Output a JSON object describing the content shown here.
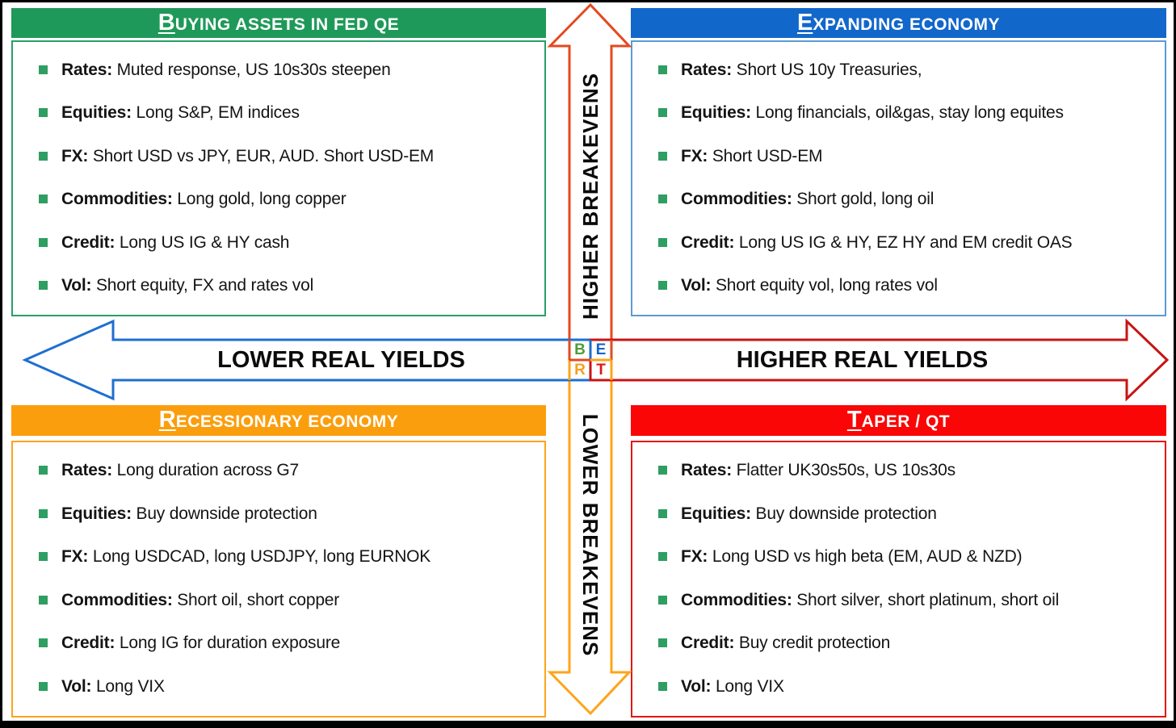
{
  "quadrants": [
    {
      "id": "buying-assets-fed-qe",
      "title_initial": "B",
      "title_rest": "UYING ASSETS IN FED QE",
      "color": "#1F9959",
      "items": [
        {
          "label": "Rates:",
          "text": "Muted response, US 10s30s steepen"
        },
        {
          "label": "Equities:",
          "text": "Long S&P, EM indices"
        },
        {
          "label": "FX:",
          "text": "Short USD vs JPY, EUR, AUD. Short USD-EM"
        },
        {
          "label": "Commodities:",
          "text": "Long gold, long copper"
        },
        {
          "label": "Credit:",
          "text": "Long US IG & HY cash"
        },
        {
          "label": "Vol:",
          "text": "Short equity, FX and rates vol"
        }
      ]
    },
    {
      "id": "expanding-economy",
      "title_initial": "E",
      "title_rest": "XPANDING ECONOMY",
      "color": "#1267CA",
      "items": [
        {
          "label": "Rates:",
          "text": "Short US 10y Treasuries,"
        },
        {
          "label": "Equities:",
          "text": "Long financials, oil&gas, stay long equites"
        },
        {
          "label": "FX:",
          "text": "Short USD-EM"
        },
        {
          "label": "Commodities:",
          "text": "Short gold, long oil"
        },
        {
          "label": "Credit:",
          "text": "Long US IG & HY, EZ HY and EM credit OAS"
        },
        {
          "label": "Vol:",
          "text": "Short equity vol, long rates vol"
        }
      ]
    },
    {
      "id": "recessionary-economy",
      "title_initial": "R",
      "title_rest": "ECESSIONARY ECONOMY",
      "color": "#FB9E0D",
      "items": [
        {
          "label": "Rates:",
          "text": "Long duration across G7"
        },
        {
          "label": "Equities:",
          "text": "Buy downside protection"
        },
        {
          "label": "FX:",
          "text": "Long USDCAD, long USDJPY, long EURNOK"
        },
        {
          "label": "Commodities:",
          "text": "Short oil, short copper"
        },
        {
          "label": "Credit:",
          "text": "Long IG for duration exposure"
        },
        {
          "label": "Vol:",
          "text": "Long VIX"
        }
      ]
    },
    {
      "id": "taper-qt",
      "title_initial": "T",
      "title_rest": "APER / QT",
      "color": "#FA0606",
      "items": [
        {
          "label": "Rates:",
          "text": "Flatter UK30s50s, US 10s30s"
        },
        {
          "label": "Equities:",
          "text": "Buy downside protection"
        },
        {
          "label": "FX:",
          "text": "Long USD vs high beta (EM, AUD & NZD)"
        },
        {
          "label": "Commodities:",
          "text": "Short silver, short platinum, short oil"
        },
        {
          "label": "Credit:",
          "text": "Buy credit protection"
        },
        {
          "label": "Vol:",
          "text": "Long VIX"
        }
      ]
    }
  ],
  "axes": {
    "up": {
      "label": "HIGHER BREAKEVENS",
      "color": "#E4491F"
    },
    "down": {
      "label": "LOWER BREAKEVENS",
      "color": "#FFA418"
    },
    "left": {
      "label": "LOWER REAL YIELDS",
      "color": "#1E6FD0"
    },
    "right": {
      "label": "HIGHER REAL YIELDS",
      "color": "#C81414"
    }
  },
  "center_letters": [
    {
      "char": "B",
      "color": "#4E9B3C"
    },
    {
      "char": "E",
      "color": "#1266C8"
    },
    {
      "char": "R",
      "color": "#F5A01D"
    },
    {
      "char": "T",
      "color": "#E01414"
    }
  ],
  "bullet_color": "#2E9E62"
}
